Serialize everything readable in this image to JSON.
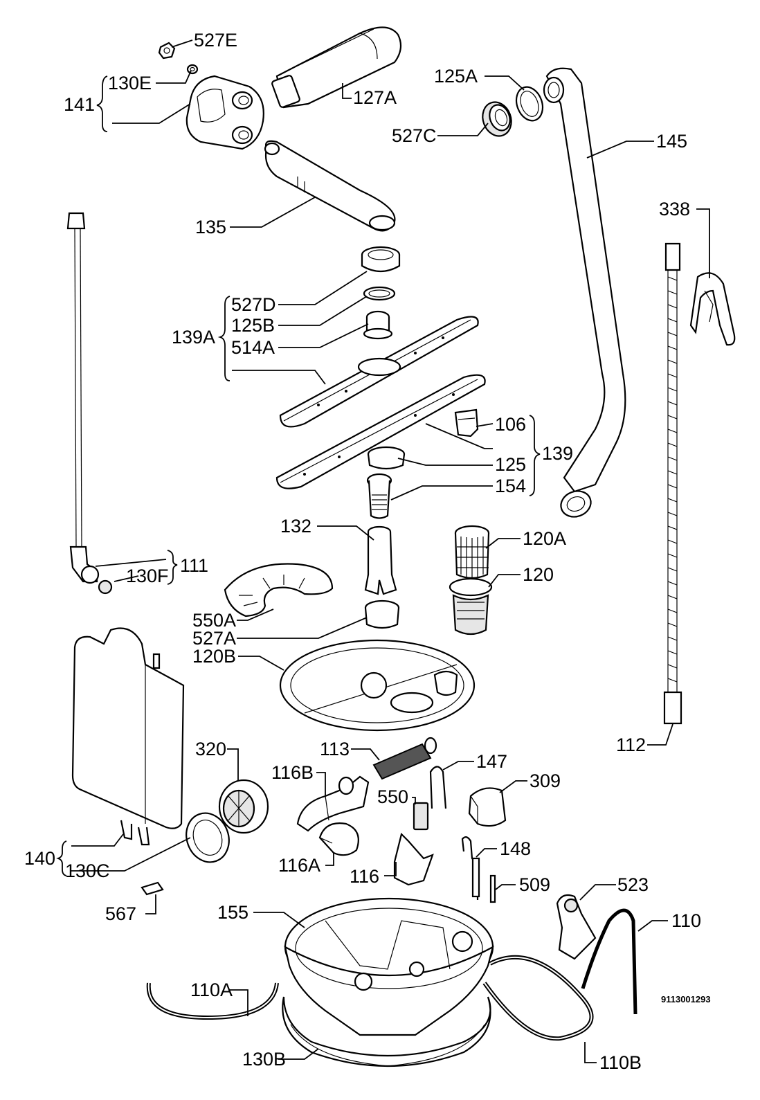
{
  "diagram_code": "9113001293",
  "parts": {
    "p527E": "527E",
    "p130E": "130E",
    "p141": "141",
    "p127A": "127A",
    "p125A": "125A",
    "p527C": "527C",
    "p145": "145",
    "p135": "135",
    "p338": "338",
    "p527D": "527D",
    "p125B": "125B",
    "p139A": "139A",
    "p514A": "514A",
    "p106": "106",
    "p139": "139",
    "p125": "125",
    "p154": "154",
    "p132": "132",
    "p120A": "120A",
    "p120": "120",
    "p111": "111",
    "p130F": "130F",
    "p550A": "550A",
    "p527A": "527A",
    "p120B": "120B",
    "p112": "112",
    "p320": "320",
    "p113": "113",
    "p147": "147",
    "p116B": "116B",
    "p309": "309",
    "p550": "550",
    "p148": "148",
    "p140": "140",
    "p130C": "130C",
    "p116A": "116A",
    "p116": "116",
    "p509": "509",
    "p523": "523",
    "p567": "567",
    "p155": "155",
    "p110": "110",
    "p110A": "110A",
    "p130B": "130B",
    "p110B": "110B"
  }
}
